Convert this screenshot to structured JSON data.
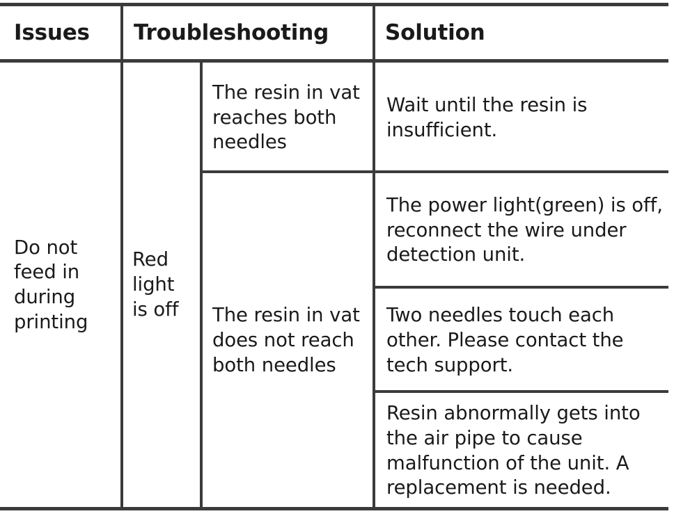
{
  "table": {
    "headers": {
      "issues": "Issues",
      "troubleshooting": "Troubleshooting",
      "solution": "Solution"
    },
    "issue": "Do not\nfeed in\nduring\nprinting",
    "trouble_group": "Red\nlight\nis off",
    "trouble_items": [
      "The resin in vat\nreaches both\nneedles",
      "The resin in vat\ndoes not reach\nboth needles"
    ],
    "solutions": [
      "Wait until the resin is\ninsufficient.",
      "The power light(green) is off,\nreconnect the wire under\ndetection unit.",
      "Two needles touch each\nother. Please contact the\ntech support.",
      "Resin abnormally gets into\nthe air pipe to cause\nmalfunction of the unit. A\nreplacement is needed."
    ]
  },
  "colors": {
    "rule": "#3b3b3b",
    "text": "#1a1a1a",
    "background": "#ffffff"
  }
}
